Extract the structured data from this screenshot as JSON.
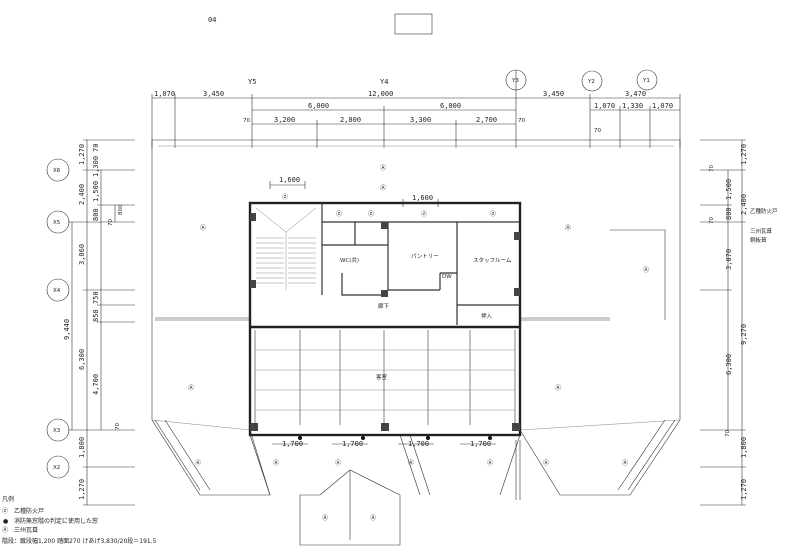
{
  "sheet": {
    "number": "04"
  },
  "grid": {
    "y": [
      "Y5",
      "Y4",
      "Y3",
      "Y2",
      "Y1"
    ],
    "x": [
      "X6",
      "X5",
      "X4",
      "X3",
      "X2"
    ]
  },
  "dims_top": {
    "row1": [
      "1,070",
      "3,450",
      "12,000",
      "3,450",
      "3,470"
    ],
    "row2": [
      "6,000",
      "6,000",
      "1,070",
      "1,330",
      "1,070"
    ],
    "row3": [
      "3,200",
      "2,800",
      "3,300",
      "2,700"
    ],
    "offsets": [
      "70",
      "70",
      "70"
    ]
  },
  "dims_left": {
    "outer": [
      "1,270",
      "2,400",
      "3,060",
      "6,300",
      "1,800",
      "1,270"
    ],
    "total": "9,440",
    "inner": [
      "70",
      "1,300",
      "1,500",
      "800",
      "750",
      "850",
      "4,700"
    ],
    "small": [
      "70",
      "800",
      "70"
    ]
  },
  "dims_right": {
    "outer": [
      "1,270",
      "2,400",
      "9,270",
      "1,800",
      "1,270"
    ],
    "inner": [
      "1,500",
      "800",
      "3,070",
      "6,300"
    ],
    "offsets": [
      "70",
      "70",
      "70"
    ],
    "notes": [
      "乙種防火戸",
      "三州瓦葺",
      "銅板葺"
    ]
  },
  "plan_dims": {
    "upper": [
      "1,600",
      "1,600"
    ],
    "window": [
      "1,700",
      "1,700",
      "1,700",
      "1,700"
    ]
  },
  "rooms": {
    "wc": "WC(共)",
    "pantry": "パントリー",
    "dw": "DW",
    "staff": "スタッフルーム",
    "corridor": "廊下",
    "closet": "押入",
    "guest": "客室"
  },
  "markers": {
    "roof": "Ⓐ",
    "door": "Ⓩ"
  },
  "legend": {
    "title": "凡例",
    "items": [
      {
        "symbol": "Ⓩ",
        "text": "乙種防火戸"
      },
      {
        "symbol": "●",
        "text": "消防無窓階の判定に使用した窓"
      },
      {
        "symbol": "Ⓐ",
        "text": "三州瓦葺"
      }
    ],
    "stair_note": "階段：蹴段幅1,200 踏面270 けあげ3,830/20段＝191.5"
  }
}
